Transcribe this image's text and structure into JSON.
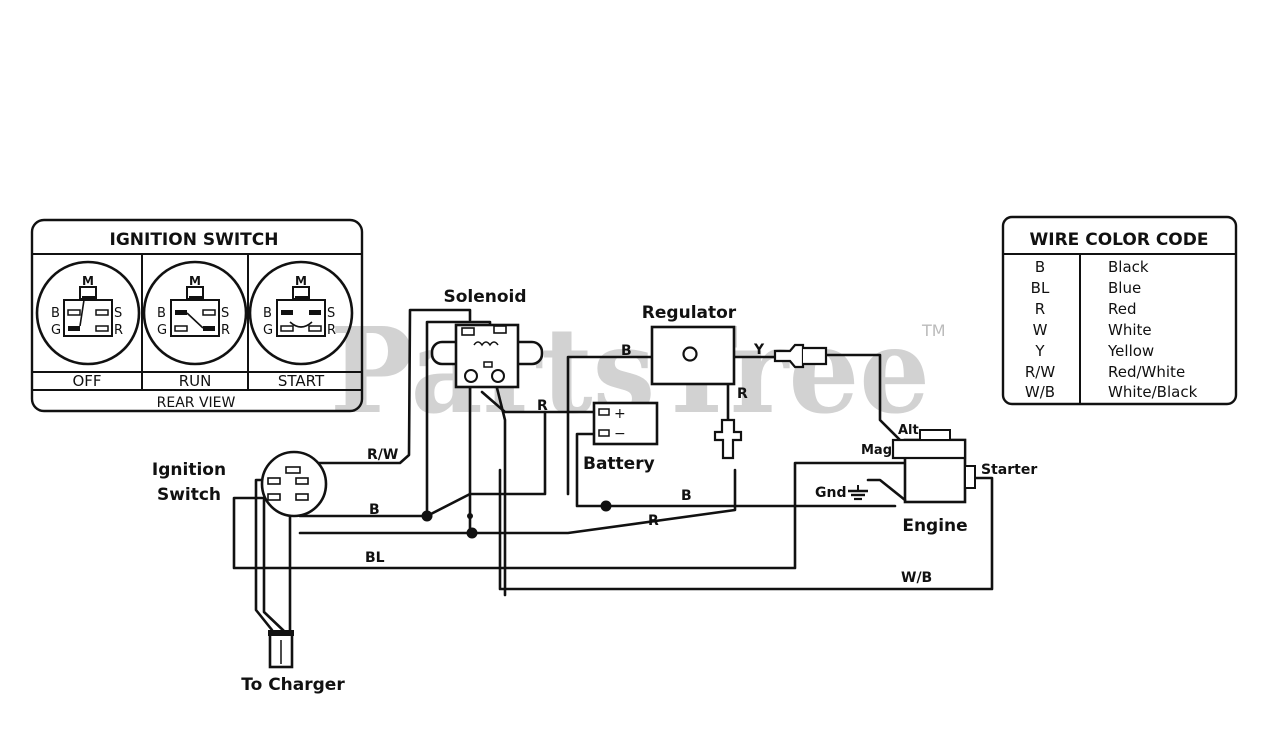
{
  "watermark": {
    "text": "PartsTree",
    "tm": "TM"
  },
  "ignition_switch_panel": {
    "title": "IGNITION SWITCH",
    "footer": "REAR VIEW",
    "terminals": {
      "m": "M",
      "b": "B",
      "s": "S",
      "g": "G",
      "r": "R"
    },
    "positions": [
      "OFF",
      "RUN",
      "START"
    ]
  },
  "color_code": {
    "title": "WIRE COLOR CODE",
    "rows": [
      {
        "code": "B",
        "color": "Black"
      },
      {
        "code": "BL",
        "color": "Blue"
      },
      {
        "code": "R",
        "color": "Red"
      },
      {
        "code": "W",
        "color": "White"
      },
      {
        "code": "Y",
        "color": "Yellow"
      },
      {
        "code": "R/W",
        "color": "Red/White"
      },
      {
        "code": "W/B",
        "color": "White/Black"
      }
    ]
  },
  "components": {
    "solenoid": "Solenoid",
    "regulator": "Regulator",
    "battery": "Battery",
    "battery_pos": "+",
    "battery_neg": "−",
    "ignition_line1": "Ignition",
    "ignition_line2": "Switch",
    "to_charger": "To Charger",
    "engine": "Engine",
    "alt": "Alt",
    "mag": "Mag",
    "starter": "Starter",
    "gnd": "Gnd"
  },
  "wire_labels": {
    "rw": "R/W",
    "b_switch": "B",
    "bl": "BL",
    "b_regulator": "B",
    "y": "Y",
    "r_solenoid": "R",
    "r_regulator": "R",
    "b_battery": "B",
    "r_engine": "R",
    "wb": "W/B"
  }
}
